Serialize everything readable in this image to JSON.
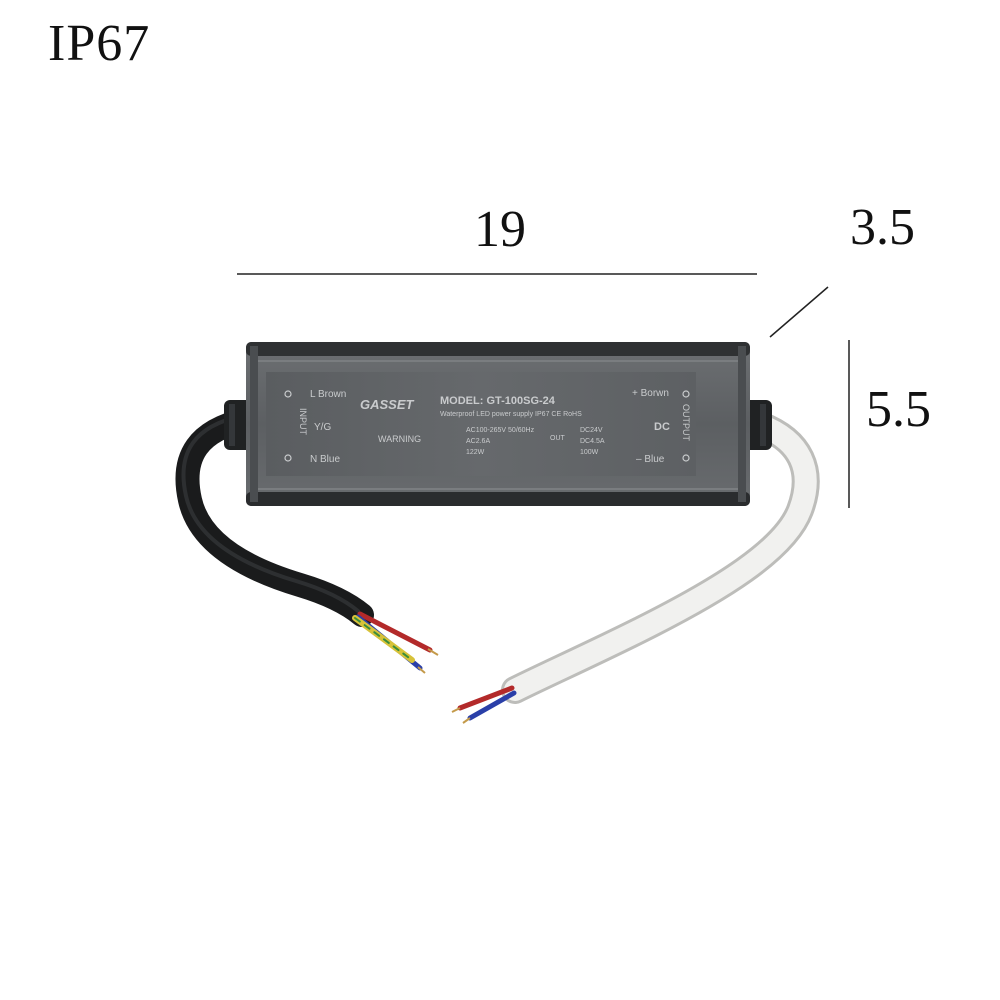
{
  "rating": "IP67",
  "dimensions": {
    "length": "19",
    "depth": "3.5",
    "height": "5.5"
  },
  "product": {
    "brand": "GASSET",
    "model": "MODEL: GT-100SG-24",
    "description": "Waterproof LED power supply  IP67 CE RoHS",
    "input_section": "INPUT",
    "output_section": "OUTPUT",
    "wire_l": "L Brown",
    "wire_n": "N Blue",
    "wire_yg": "Y/G",
    "wire_pos": "+ Borwn",
    "wire_neg": "– Blue",
    "dc": "DC",
    "warning": "WARNING",
    "spec_in_v": "AC100-265V 50/60Hz",
    "spec_in_a": "AC2.6A",
    "spec_power": "122W",
    "spec_out_v": "DC24V",
    "spec_out_a": "DC4.5A",
    "spec_out_w": "100W",
    "out_tag": "OUT"
  },
  "colors": {
    "housing": "#5b5f63",
    "housing_dark": "#3e4144",
    "black_cable": "#1c1e1f",
    "white_cable": "#e9e9e7"
  }
}
